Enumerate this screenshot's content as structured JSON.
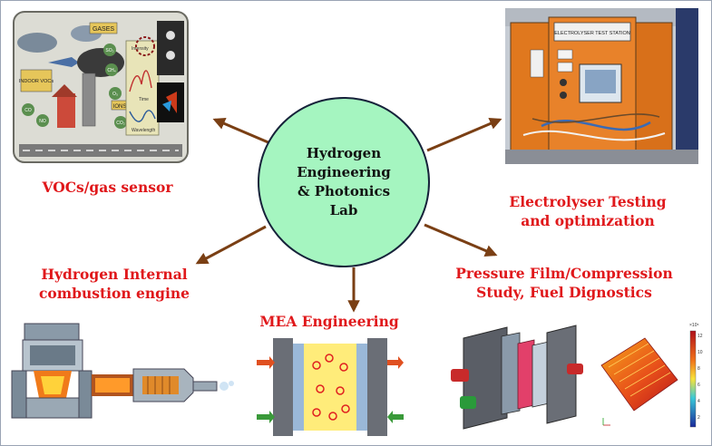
{
  "hub": {
    "lines": [
      "Hydrogen",
      "Engineering",
      "& Photonics",
      "Lab"
    ]
  },
  "labels": {
    "voc": [
      "VOCs/gas sensor"
    ],
    "electrolyser": [
      "Electrolyser Testing",
      "and optimization"
    ],
    "engine": [
      "Hydrogen Internal",
      "combustion engine"
    ],
    "mea": [
      "MEA Engineering"
    ],
    "pressure": [
      "Pressure Film/Compression",
      "Study, Fuel Dignostics"
    ]
  },
  "sensor_illustration": {
    "tags": [
      "GASES",
      "INDOOR VOCs",
      "IONS"
    ],
    "molecules": [
      "CO",
      "NO",
      "O₃",
      "CO₂",
      "SO₂",
      "CH₄"
    ],
    "axis_labels": [
      "Intensity",
      "Time",
      "Wavelength"
    ]
  },
  "electrolyser_photo": {
    "cabinet_sign": "ELECTROLYSER TEST STATION"
  },
  "heatmap": {
    "colorbar_ticks": [
      "12",
      "10",
      "8",
      "6",
      "4",
      "2"
    ],
    "colorbar_exponent": "×10⁵"
  },
  "colors": {
    "label_red": "#e0181b",
    "hub_fill": "#a5f5c0",
    "arrow_brown": "#7a3f14"
  }
}
